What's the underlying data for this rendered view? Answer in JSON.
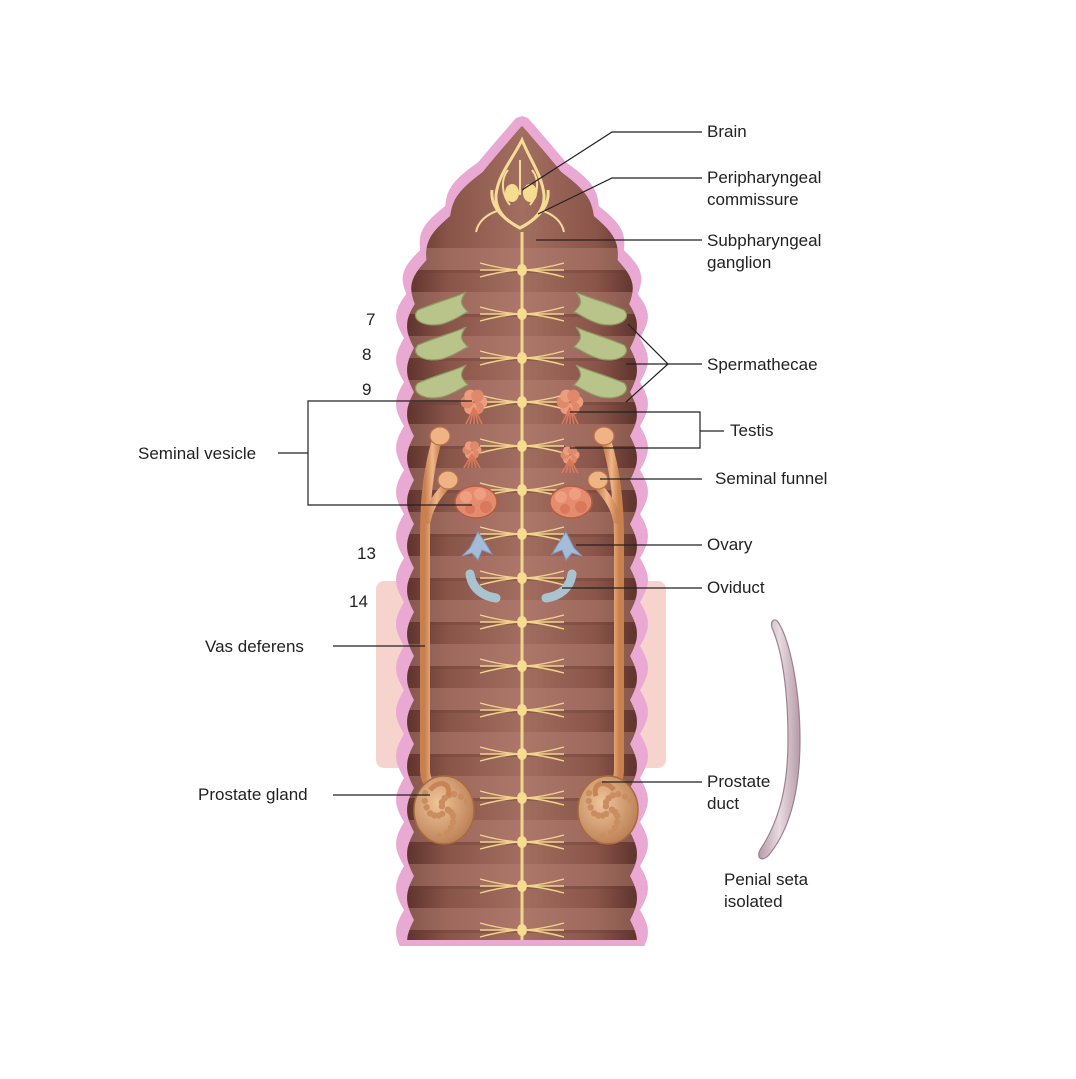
{
  "figure": {
    "numbers": {
      "n7": "7",
      "n8": "8",
      "n9": "9",
      "n13": "13",
      "n14": "14"
    },
    "labels": {
      "brain": "Brain",
      "peripharyngeal": "Peripharyngeal\ncommissure",
      "subpharyngeal": "Subpharyngeal\nganglion",
      "spermathecae": "Spermathecae",
      "testis": "Testis",
      "seminal_vesicle": "Seminal vesicle",
      "seminal_funnel": "Seminal funnel",
      "ovary": "Ovary",
      "oviduct": "Oviduct",
      "vas_deferens": "Vas deferens",
      "prostate_gland": "Prostate gland",
      "prostate_duct": "Prostate\nduct",
      "penial_seta": "Penial seta\nisolated"
    }
  },
  "colors": {
    "body_brown": "#8e5a4f",
    "body_edge_pink": "#e9a6d0",
    "nerve_yellow": "#f2d58a",
    "spermatheca_green": "#b9c48a",
    "testis_orange": "#e0896a",
    "vas_tan": "#e3a272",
    "prostate": "#d9a275",
    "ovary_blue": "#9fb6d4",
    "clitellum": "#f7d3cd",
    "seta": "#cbb5c0",
    "leader_line": "#222222"
  }
}
